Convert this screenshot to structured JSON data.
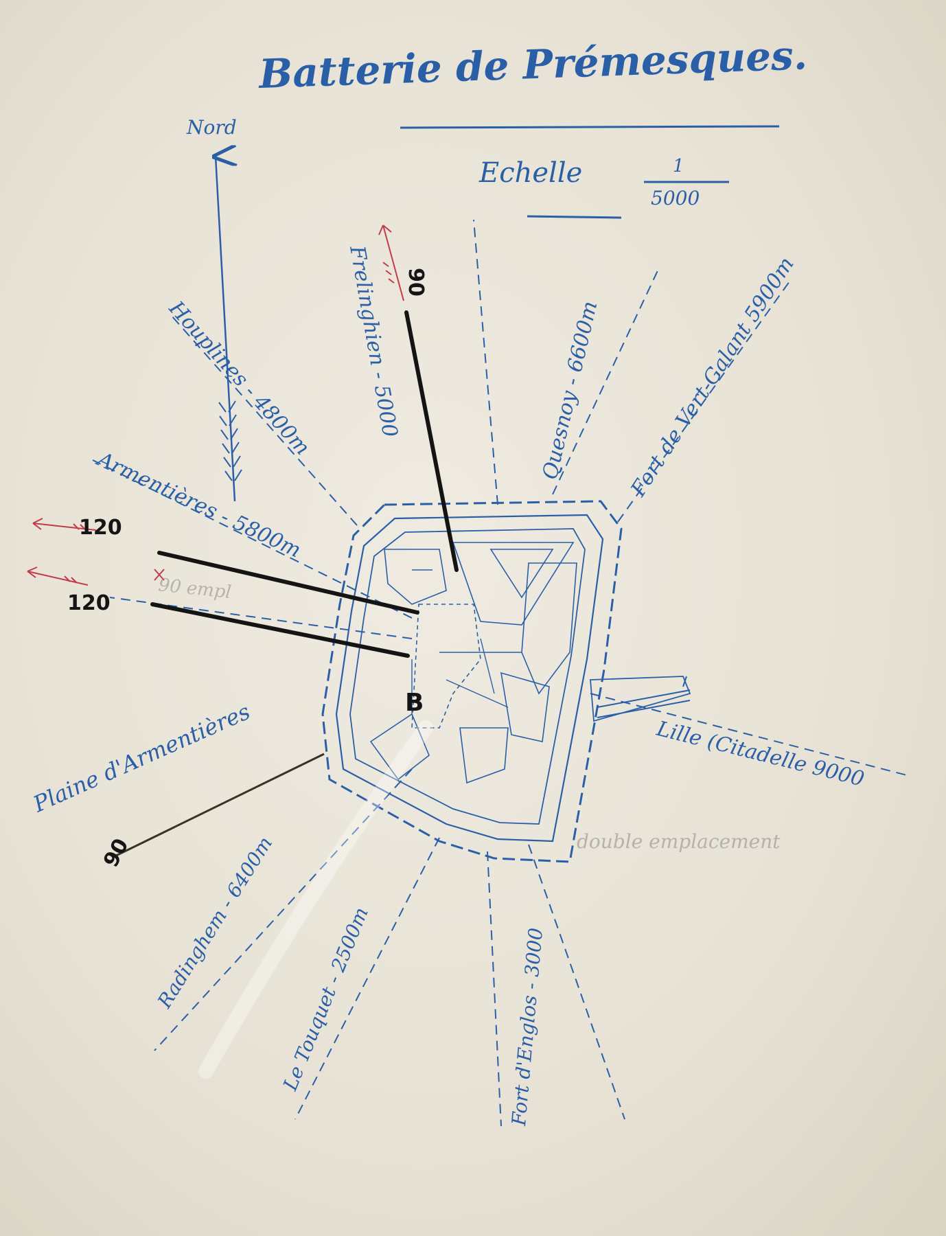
{
  "title": "Batterie de Prémesques.",
  "north_label": "Nord",
  "scale": {
    "label": "Echelle",
    "numerator": "1",
    "denominator": "5000"
  },
  "colors": {
    "ink_blue": "#2a5fa8",
    "ink_black": "#141414",
    "ink_red": "#c23b4a",
    "paper": "#ebe6da"
  },
  "targets": [
    {
      "key": "houplines",
      "text": "Houplines - 4800m"
    },
    {
      "key": "frelinghien",
      "text": "Frelinghien - 5000"
    },
    {
      "key": "quesnoy",
      "text": "Quesnoy - 6600m"
    },
    {
      "key": "fort-vert-galant",
      "text": "Fort de Vert-Galant 5900m"
    },
    {
      "key": "armentieres",
      "text": "Armentières - 5800m"
    },
    {
      "key": "plaine-armentieres",
      "text": "Plaine d'Armentières"
    },
    {
      "key": "lille",
      "text": "Lille (Citadelle 9000"
    },
    {
      "key": "radinghem",
      "text": "Radinghem - 6400m"
    },
    {
      "key": "le-touquet",
      "text": "Le Touquet - 2500m"
    },
    {
      "key": "fort-englos",
      "text": "Fort d'Englos - 3000"
    }
  ],
  "guns": [
    {
      "key": "gun-90",
      "label": "90"
    },
    {
      "key": "gun-120-upper",
      "label": "120"
    },
    {
      "key": "gun-120-lower",
      "label": "120"
    },
    {
      "key": "gun-90-lower",
      "label": "90"
    }
  ],
  "pencil_notes": [
    "90 empl",
    "double emplacement"
  ],
  "battery_mark": "B"
}
